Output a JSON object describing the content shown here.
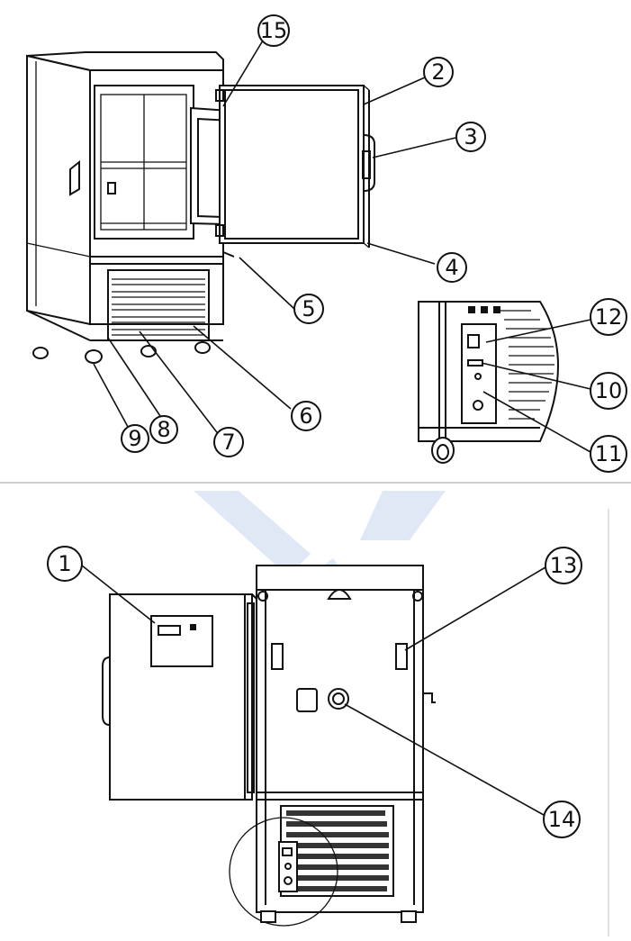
{
  "diagram": {
    "callouts": [
      {
        "id": "c15",
        "label": "15"
      },
      {
        "id": "c2",
        "label": "2"
      },
      {
        "id": "c3",
        "label": "3"
      },
      {
        "id": "c4",
        "label": "4"
      },
      {
        "id": "c5",
        "label": "5"
      },
      {
        "id": "c6",
        "label": "6"
      },
      {
        "id": "c7",
        "label": "7"
      },
      {
        "id": "c8",
        "label": "8"
      },
      {
        "id": "c9",
        "label": "9"
      },
      {
        "id": "c12",
        "label": "12"
      },
      {
        "id": "c10",
        "label": "10"
      },
      {
        "id": "c11",
        "label": "11"
      },
      {
        "id": "c1",
        "label": "1"
      },
      {
        "id": "c13",
        "label": "13"
      },
      {
        "id": "c14",
        "label": "14"
      }
    ]
  },
  "colors": {
    "line": "#111111",
    "watermark": "#c9d6ee",
    "divider": "#cfcfcf"
  }
}
